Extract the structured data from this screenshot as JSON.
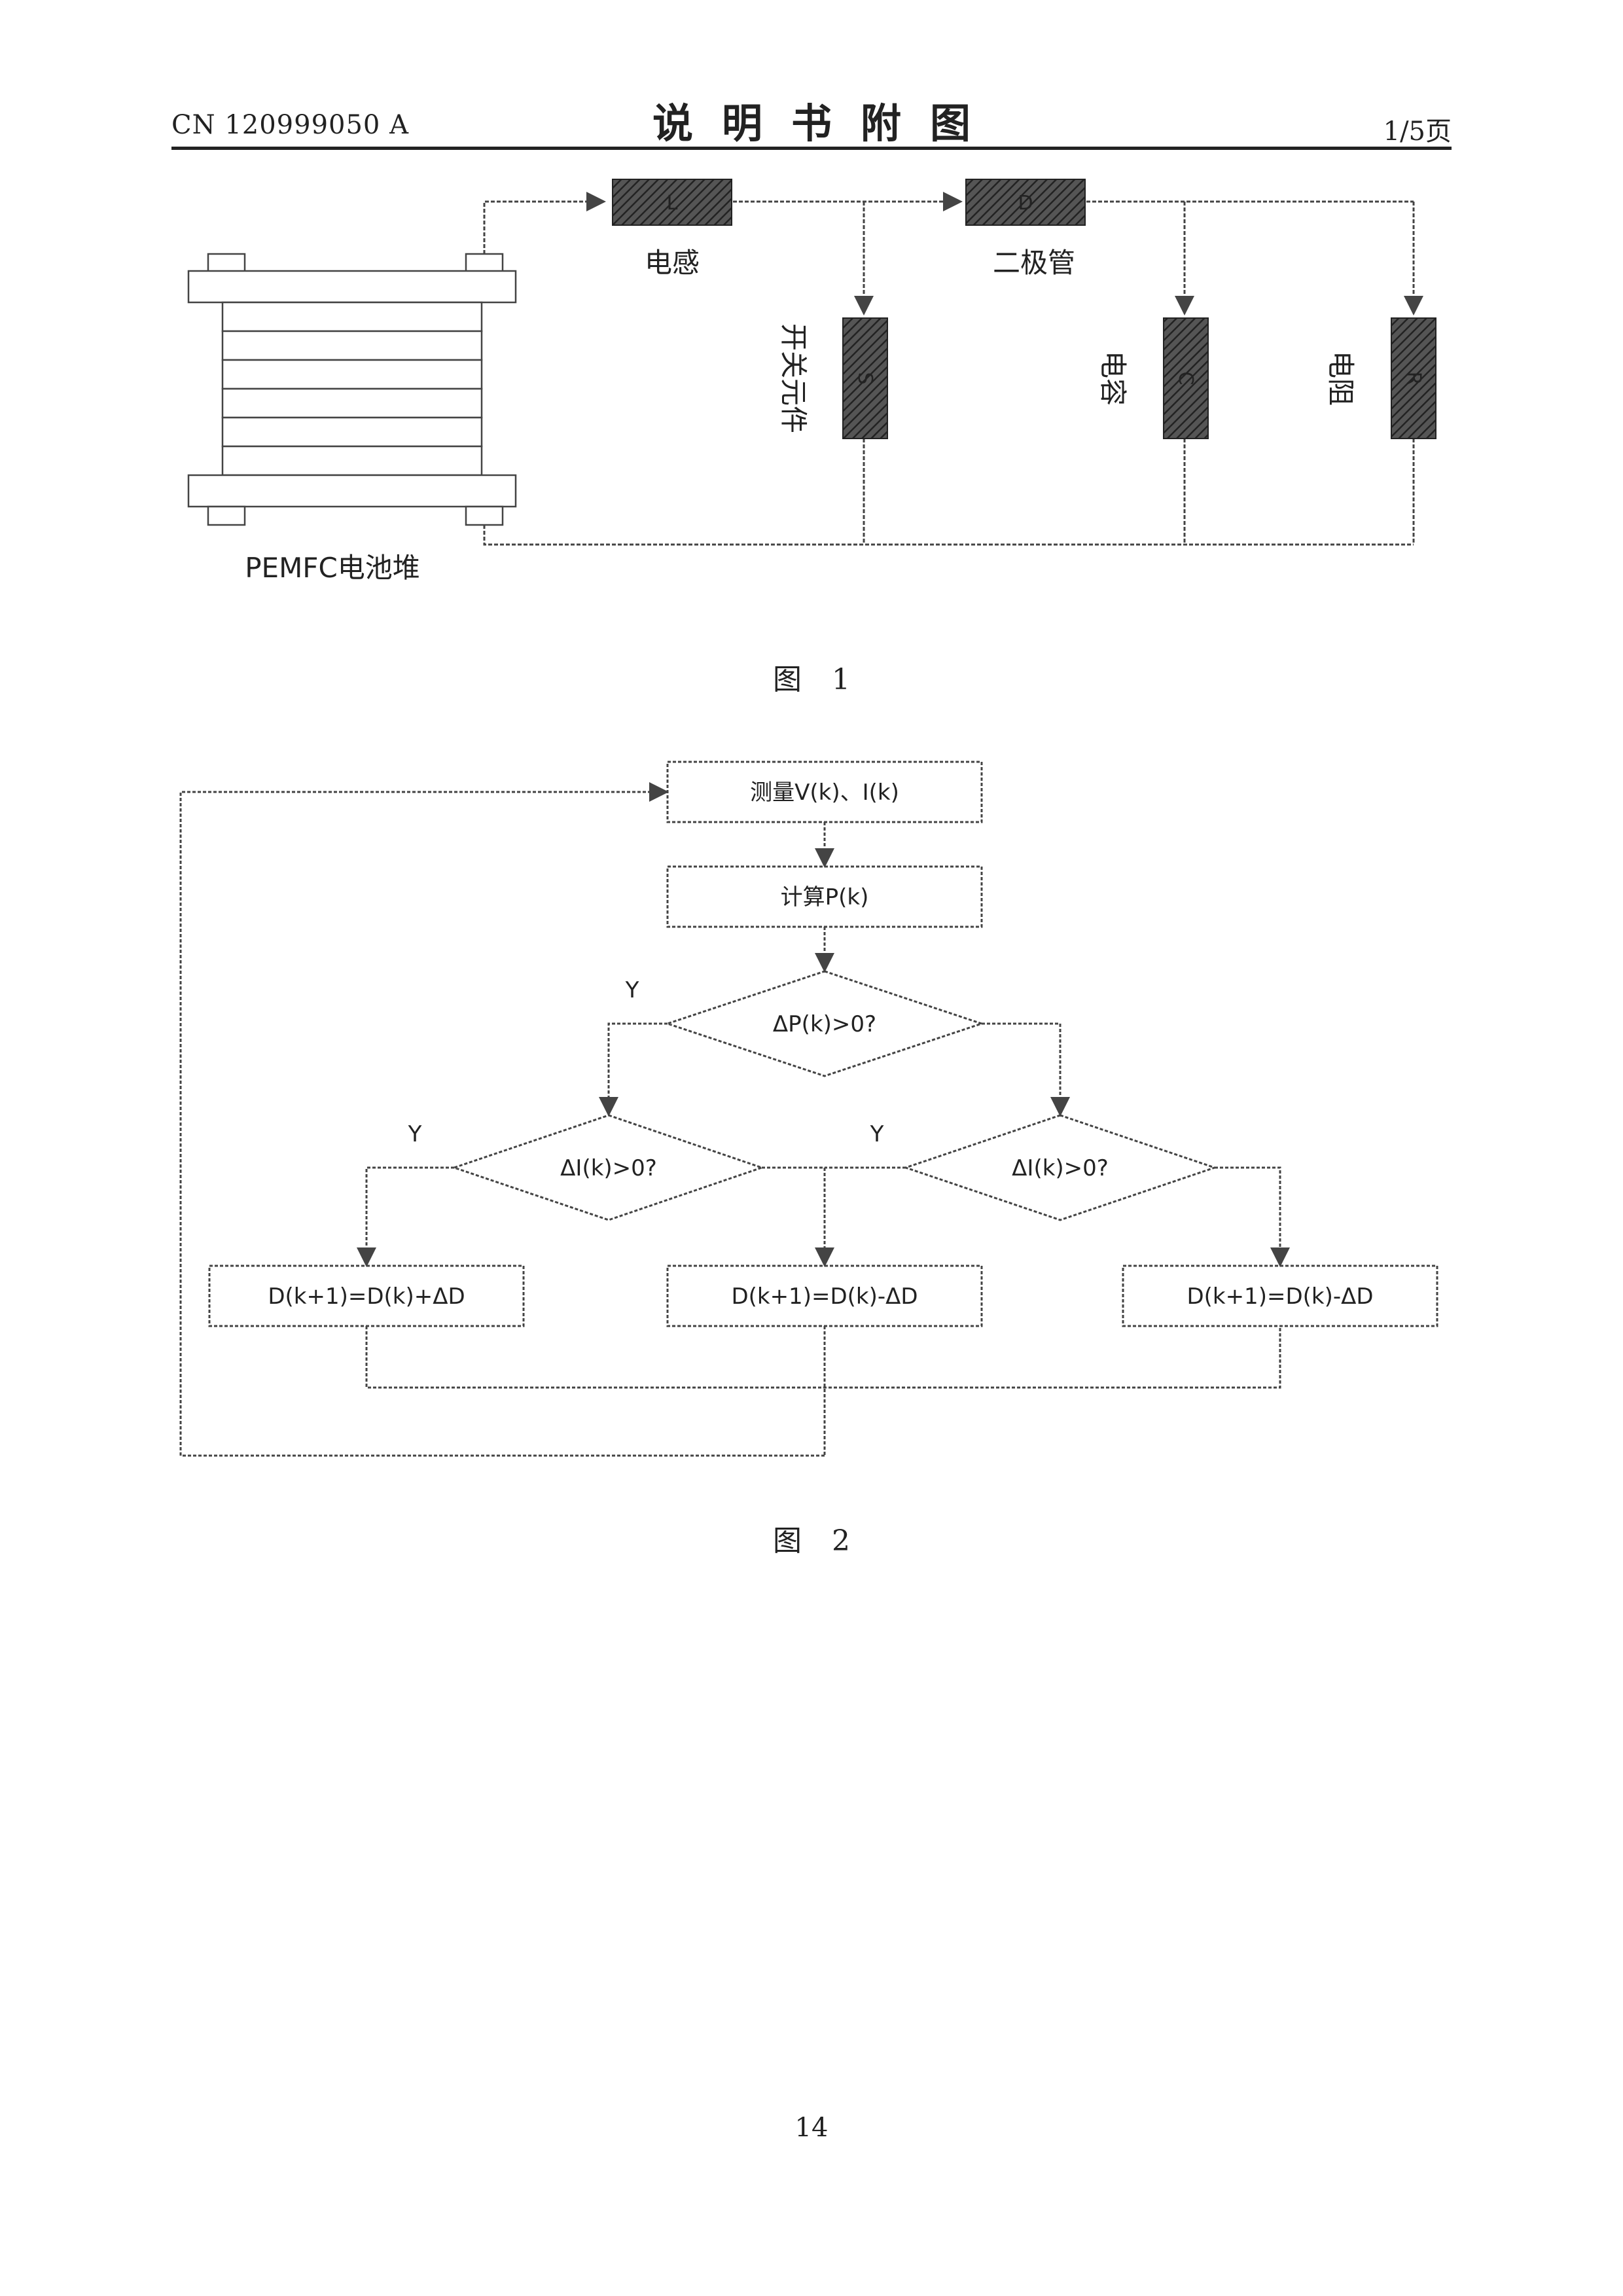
{
  "header": {
    "publication_number": "CN 120999050 A",
    "title": "说明书附图",
    "page_indicator": "1/5页"
  },
  "figure1": {
    "caption": "图 1",
    "stack_label": "PEMFC电池堆",
    "components": {
      "inductor": {
        "symbol": "L",
        "label": "电感"
      },
      "diode": {
        "symbol": "D",
        "label": "二极管"
      },
      "switch": {
        "symbol": "S",
        "label": "开关元件"
      },
      "capacitor": {
        "symbol": "C",
        "label": "电容"
      },
      "resistor": {
        "symbol": "R",
        "label": "电阻"
      }
    }
  },
  "figure2": {
    "caption": "图 2",
    "nodes": {
      "measure": "测量V(k)、I(k)",
      "compute": "计算P(k)",
      "decision_dp": "ΔP(k)>0?",
      "decision_di_left": "ΔI(k)>0?",
      "decision_di_right": "ΔI(k)>0?",
      "action_left": "D(k+1)=D(k)+ΔD",
      "action_mid": "D(k+1)=D(k)-ΔD",
      "action_right": "D(k+1)=D(k)-ΔD"
    },
    "branch_labels": {
      "dp_yes": "Y",
      "di_left_yes": "Y",
      "di_right_yes": "Y"
    }
  },
  "footer": {
    "page_number": "14"
  }
}
